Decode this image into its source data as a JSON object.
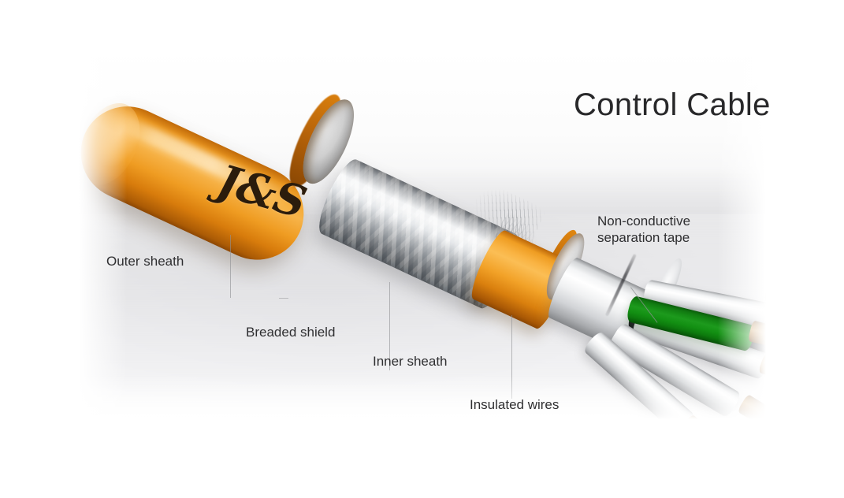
{
  "title": "Control Cable",
  "brand": "J&S",
  "labels": {
    "outer_sheath": "Outer sheath",
    "braided_shield": "Breaded shield",
    "inner_sheath": "Inner sheath",
    "insulated_wires": "Insulated wires",
    "separation_tape": "Non-conductive\nseparation tape"
  },
  "colors": {
    "outer_sheath": "#f2a227",
    "inner_sheath": "#f7ad33",
    "braided_shield": "#c9ccd0",
    "separation_tape": "#ffffff",
    "green_wire": "#179117",
    "black_wire": "#1b1b1f",
    "copper_conductor": "#bb8c57",
    "background": "#ffffff",
    "text": "#2f2f31"
  },
  "diagram": {
    "subject": "cut-away control cable",
    "layers": [
      "Outer sheath",
      "Breaded shield",
      "Inner sheath",
      "Non-conductive separation tape",
      "Insulated wires"
    ]
  }
}
